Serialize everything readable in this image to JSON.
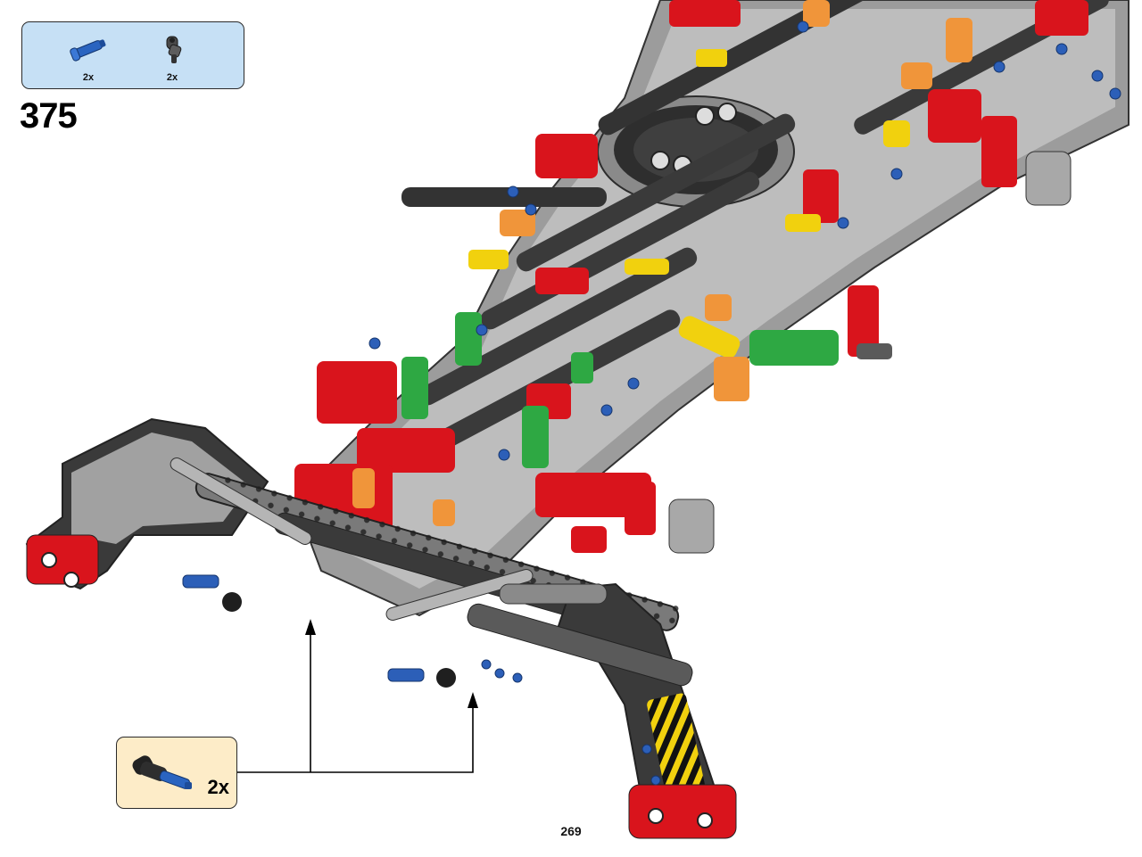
{
  "parts_list": {
    "items": [
      {
        "name": "blue-axle-pin",
        "qty": "2x",
        "color": "#2a64c0"
      },
      {
        "name": "dark-gray-angled-connector",
        "qty": "2x",
        "color": "#4a4a4a"
      }
    ]
  },
  "step": {
    "number": "375"
  },
  "callout": {
    "qty": "2x",
    "part_color_dark": "#222222",
    "part_color_pin": "#2a64c0"
  },
  "page": {
    "number": "269"
  },
  "colors": {
    "frame_dark": "#3b3b3b",
    "frame_light": "#a9a9a9",
    "accent_red": "#d9141c",
    "accent_yellow": "#f1d10e",
    "accent_green": "#2ea843",
    "accent_orange": "#f0953a",
    "pin_blue": "#2c5fb8"
  }
}
